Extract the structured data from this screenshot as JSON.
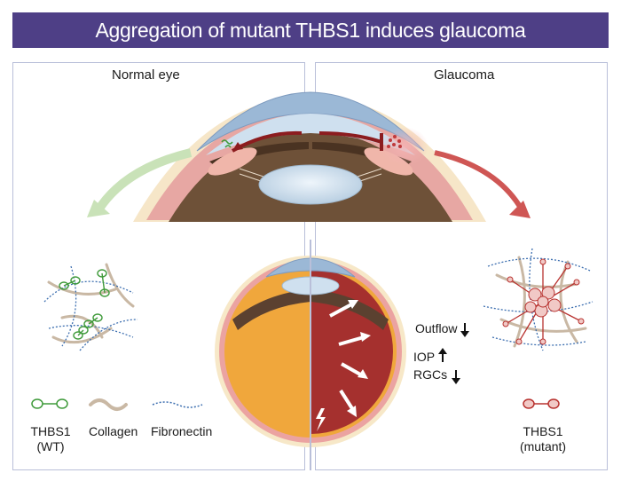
{
  "banner": {
    "title": "Aggregation of mutant THBS1 induces glaucoma"
  },
  "panels": {
    "left": {
      "title": "Normal eye"
    },
    "right": {
      "title": "Glaucoma"
    }
  },
  "markers": [
    {
      "label": "Outflow",
      "direction": "down"
    },
    {
      "label": "IOP",
      "direction": "up"
    },
    {
      "label": "RGCs",
      "direction": "down"
    }
  ],
  "legend": {
    "thbs1_wt": "THBS1\n(WT)",
    "collagen": "Collagen",
    "fibronectin": "Fibronectin",
    "thbs1_mutant": "THBS1\n(mutant)"
  },
  "colors": {
    "banner": "#4e3f86",
    "panel_border": "#b9bfd9",
    "wt_protein": "#3f9a3a",
    "mutant_protein": "#b8322f",
    "collagen": "#c9b8a4",
    "fibronectin": "#3d6fb0",
    "vitreous": "#f0a73c",
    "glaucoma_interior": "#a5302e"
  }
}
